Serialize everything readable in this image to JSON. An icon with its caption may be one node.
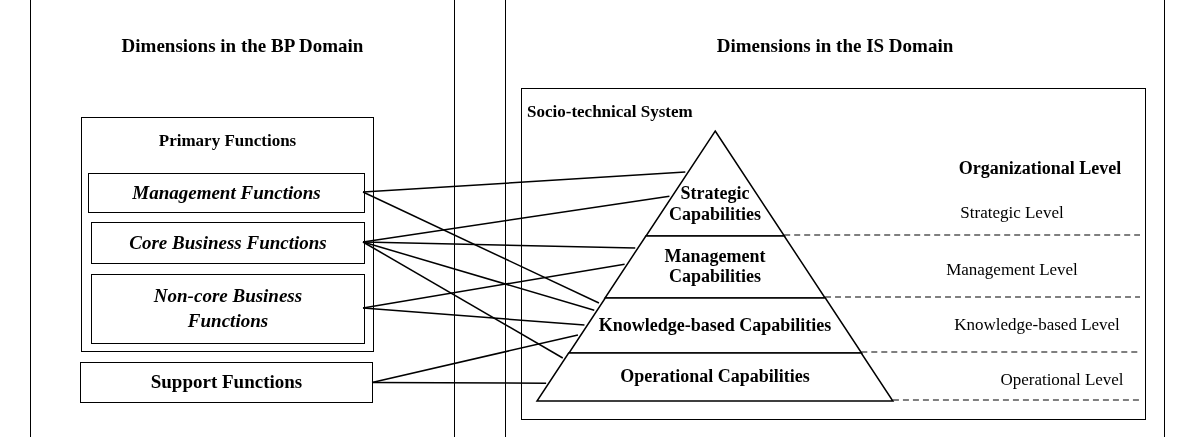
{
  "diagram": {
    "nodes": [
      {
        "text": [
          "Dimensions in the BP Domain"
        ]
      },
      {
        "text": [
          "Dimensions in the IS Domain"
        ]
      },
      {
        "text": [
          "Primary Functions"
        ],
        "in": 0
      },
      {
        "text": [
          "Management Functions"
        ],
        "in": 2
      },
      {
        "text": [
          "Core Business Functions"
        ],
        "in": 2
      },
      {
        "text": [
          "Non-core Business Functions"
        ],
        "in": 2
      },
      {
        "text": [
          "Support Functions"
        ],
        "in": 0
      },
      {
        "text": [
          "Socio-technical System"
        ],
        "in": 1
      },
      {
        "text": [
          "Strategic Capabilities"
        ],
        "in": 7
      },
      {
        "text": [
          "Management Capabilities"
        ],
        "in": 7
      },
      {
        "text": [
          "Knowledge-based Capabilities"
        ],
        "in": 7
      },
      {
        "text": [
          "Operational Capabilities"
        ],
        "in": 7
      }
    ],
    "edges": [
      {
        "from": 3,
        "to": 8,
        "arrow": "none"
      },
      {
        "from": 3,
        "to": 10,
        "arrow": "none"
      },
      {
        "from": 4,
        "to": 8,
        "arrow": "none"
      },
      {
        "from": 4,
        "to": 9,
        "arrow": "none"
      },
      {
        "from": 4,
        "to": 10,
        "arrow": "none"
      },
      {
        "from": 4,
        "to": 11,
        "arrow": "none"
      },
      {
        "from": 5,
        "to": 9,
        "arrow": "none"
      },
      {
        "from": 5,
        "to": 10,
        "arrow": "none"
      },
      {
        "from": 6,
        "to": 10,
        "arrow": "none"
      },
      {
        "from": 6,
        "to": 11,
        "arrow": "none"
      }
    ],
    "labels": [
      "Organizational Level",
      "Strategic Level",
      "Management Level",
      "Knowledge-based Level",
      "Operational Level"
    ]
  }
}
